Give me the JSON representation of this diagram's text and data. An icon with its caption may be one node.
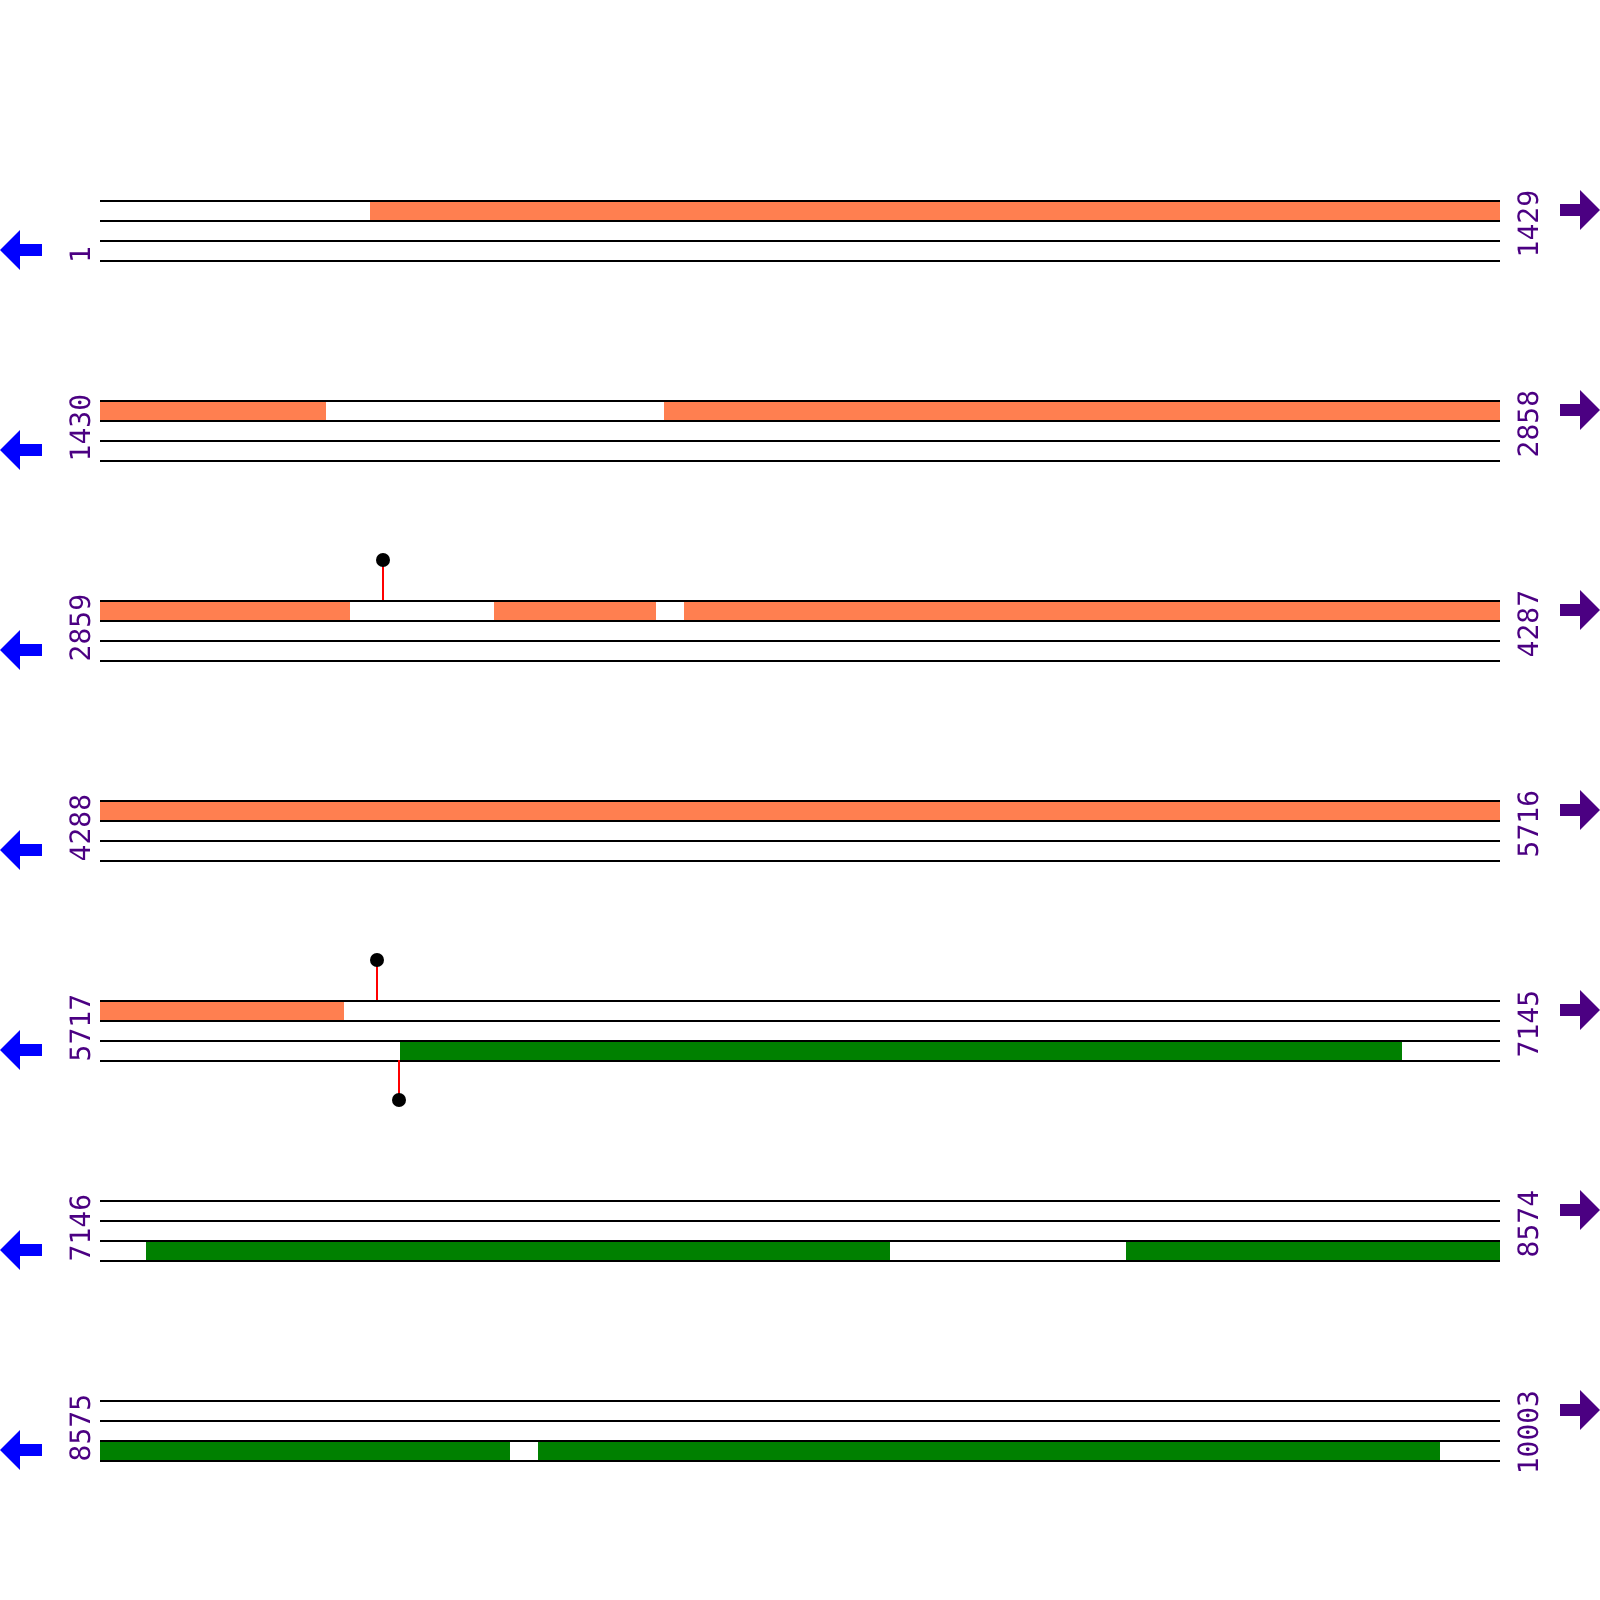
{
  "diagram": {
    "labels": [
      "1",
      "1429",
      "1430",
      "2858",
      "2859",
      "4287",
      "4288",
      "5716",
      "5717",
      "7145",
      "7146",
      "8574",
      "8575",
      "10003"
    ]
  }
}
